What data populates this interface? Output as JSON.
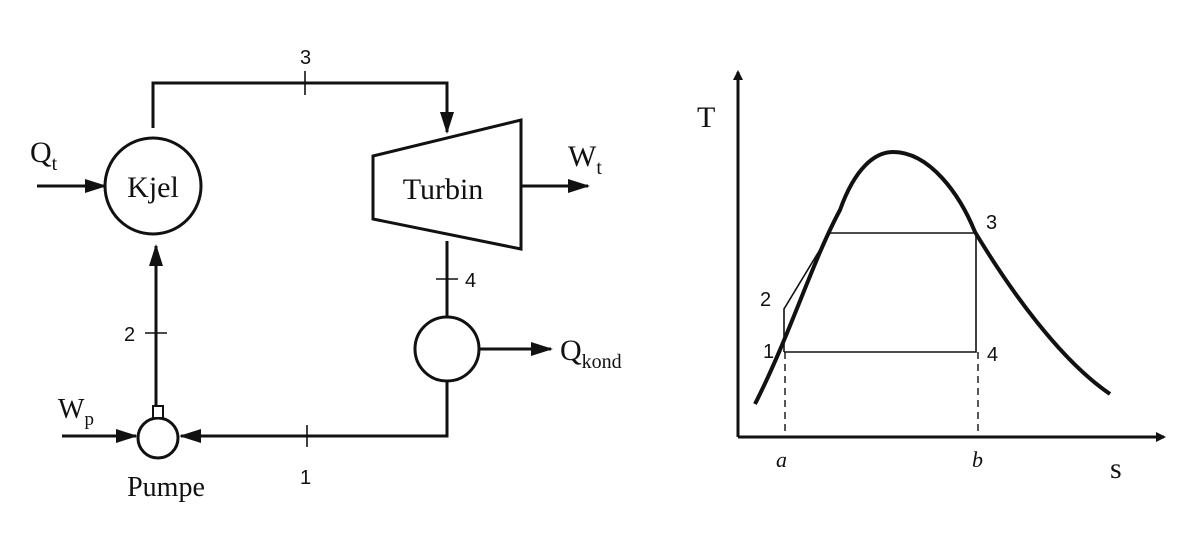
{
  "cycle_diagram": {
    "boiler": {
      "label": "Kjel",
      "heat_input": {
        "main": "Q",
        "sub": "t"
      }
    },
    "turbine": {
      "label": "Turbin",
      "work_output": {
        "main": "W",
        "sub": "t"
      }
    },
    "condenser": {
      "heat_output": {
        "main": "Q",
        "sub": "kond"
      }
    },
    "pump": {
      "label": "Pumpe",
      "work_input": {
        "main": "W",
        "sub": "p"
      }
    },
    "state_labels": {
      "s1": "1",
      "s2": "2",
      "s3": "3",
      "s4": "4"
    }
  },
  "ts_diagram": {
    "y_axis_label": "T",
    "x_axis_label": "s",
    "tick_a": "a",
    "tick_b": "b",
    "point_labels": {
      "p1": "1",
      "p2": "2",
      "p3": "3",
      "p4": "4"
    }
  }
}
